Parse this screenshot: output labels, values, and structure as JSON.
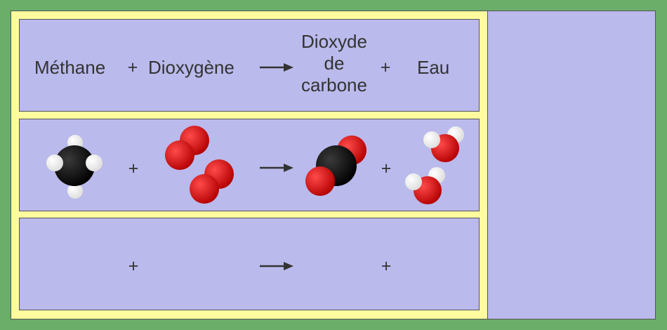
{
  "equation": {
    "reactant_1": "Méthane",
    "reactant_2": "Dioxygène",
    "product_1": [
      "Dioxyde",
      "de",
      "carbone"
    ],
    "product_2": "Eau",
    "plus": "+"
  },
  "colors": {
    "background": "#6aae6a",
    "workspace": "#fffca0",
    "row": "#babaec",
    "carbon": "#050505",
    "oxygen": "#cc1010",
    "hydrogen": "#ffffff",
    "text": "#333333"
  },
  "molecules": {
    "methane_count": 1,
    "dioxygen_count": 2,
    "carbon_dioxide_count": 1,
    "water_count": 2
  }
}
